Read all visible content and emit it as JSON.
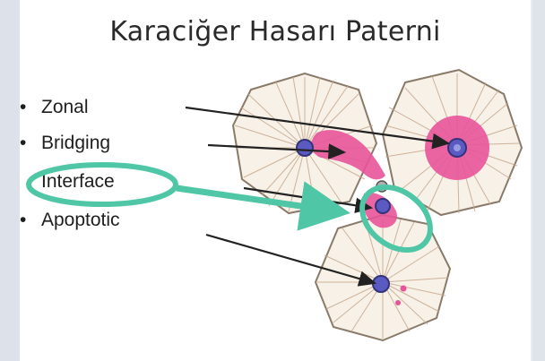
{
  "slide": {
    "title": "Karaciğer Hasarı Paterni",
    "bullets": [
      {
        "symbol": "•",
        "label": "Zonal"
      },
      {
        "symbol": "•",
        "label": "Bridging"
      },
      {
        "symbol": "",
        "label": "Interface"
      },
      {
        "symbol": "•",
        "label": "Apoptotic"
      }
    ]
  },
  "colors": {
    "highlight": "#4fc7a6",
    "necrosis_pink": "#e8549a",
    "nucleus_blue": "#5a5ac2",
    "lobule_fill": "#f7f1e8",
    "sinusoid_lines": "#c8a88c",
    "arrow": "#222222"
  }
}
